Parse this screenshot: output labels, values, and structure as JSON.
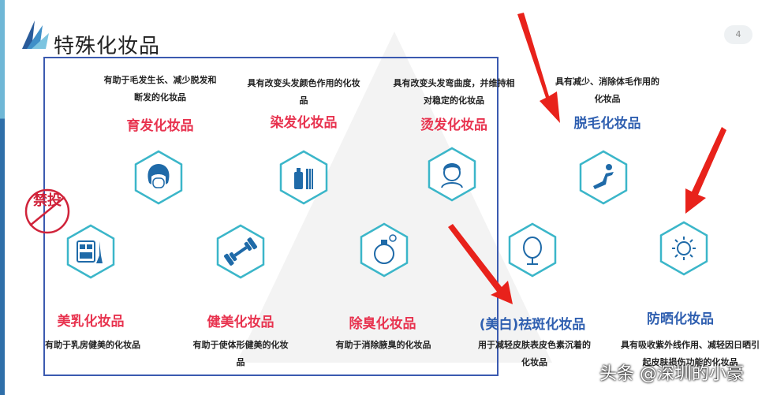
{
  "header": {
    "title": "特殊化妆品",
    "page_number": "4"
  },
  "stamp": {
    "text": "禁投"
  },
  "items": [
    {
      "name": "育发化妆品",
      "desc": "有助于毛发生长、减少脱发和断发的化妆品",
      "icon": "hair-icon"
    },
    {
      "name": "染发化妆品",
      "desc": "具有改变头发颜色作用的化妆品",
      "icon": "hair-dye-icon"
    },
    {
      "name": "烫发化妆品",
      "desc": "具有改变头发弯曲度，并维持相对稳定的化妆品",
      "icon": "curly-hair-icon"
    },
    {
      "name": "脱毛化妆品",
      "desc": "具有减少、消除体毛作用的化妆品",
      "icon": "body-hair-removal-icon"
    },
    {
      "name": "美乳化妆品",
      "desc": "有助于乳房健美的化妆品",
      "icon": "cosmetics-palette-icon"
    },
    {
      "name": "健美化妆品",
      "desc": "有助于使体形健美的化妆品",
      "icon": "dumbbell-icon"
    },
    {
      "name": "除臭化妆品",
      "desc": "有助于消除腋臭的化妆品",
      "icon": "perfume-bottle-icon"
    },
    {
      "name": "(美白)祛斑化妆品",
      "desc": "用于减轻皮肤表皮色素沉着的化妆品",
      "icon": "mirror-icon"
    },
    {
      "name": "防晒化妆品",
      "desc": "具有吸收紫外线作用、减轻因日晒引起皮肤损伤功能的化妆品",
      "icon": "sun-icon"
    }
  ],
  "watermark": "头条 @深圳的小豪",
  "colors": {
    "accent_red": "#e8334f",
    "accent_blue": "#2f5fb0",
    "hex_stroke": "#3bb6c9",
    "frame": "#3b5ab0",
    "arrow": "#e8221b"
  }
}
